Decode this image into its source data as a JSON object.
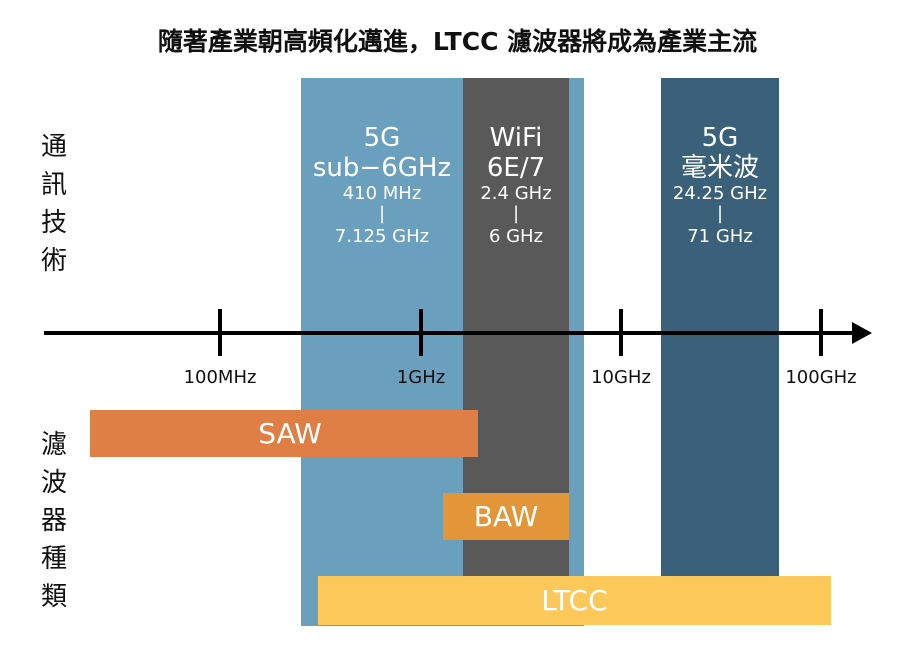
{
  "title": "隨著產業朝高頻化邁進，LTCC 濾波器將成為產業主流",
  "colors": {
    "sub6": "#6a9fbe",
    "wifi": "#595959",
    "mmwave": "#3a6179",
    "saw": "#e07f45",
    "baw": "#e39638",
    "ltcc": "#fdc85a",
    "axis": "#000000"
  },
  "left_labels": {
    "tech": [
      "通",
      "訊",
      "技",
      "術"
    ],
    "filter": [
      "濾",
      "波",
      "器",
      "種",
      "類"
    ]
  },
  "bands": {
    "sub6": {
      "name_line1": "5G",
      "name_line2": "sub−6GHz",
      "low": "410 MHz",
      "sep": "|",
      "high": "7.125 GHz"
    },
    "wifi": {
      "name_line1": "WiFi",
      "name_line2": "6E/7",
      "low": "2.4 GHz",
      "sep": "|",
      "high": "6 GHz"
    },
    "mmwave": {
      "name_line1": "5G",
      "name_line2": "毫米波",
      "low": "24.25 GHz",
      "sep": "|",
      "high": "71 GHz"
    }
  },
  "axis": {
    "ticks": [
      "100MHz",
      "1GHz",
      "10GHz",
      "100GHz"
    ]
  },
  "filters": {
    "saw": "SAW",
    "baw": "BAW",
    "ltcc": "LTCC"
  }
}
